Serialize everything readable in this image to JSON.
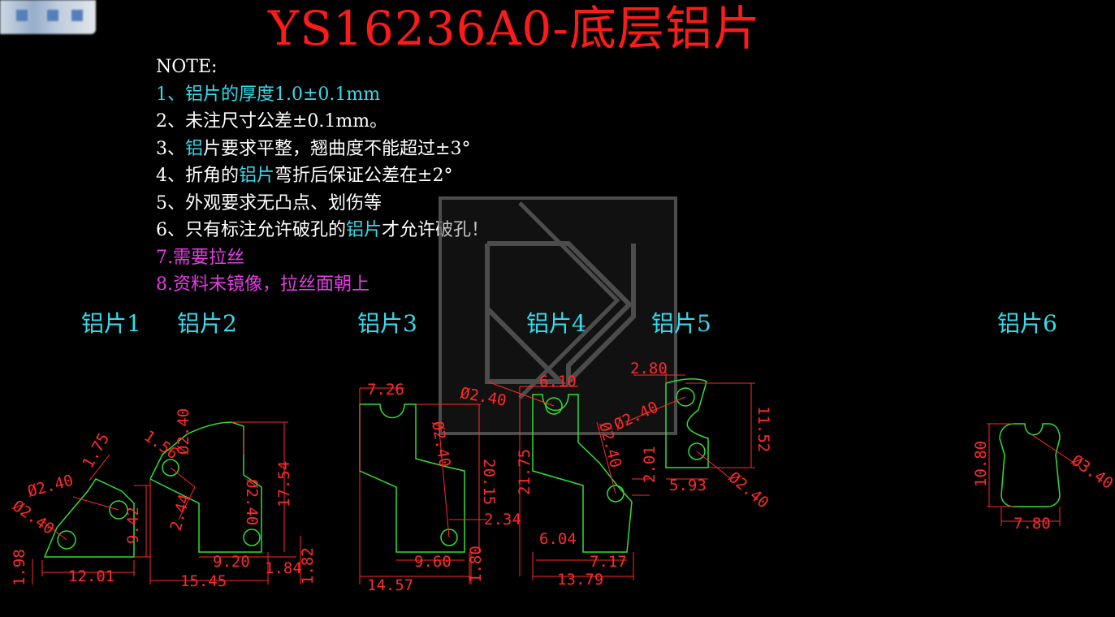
{
  "title": "YS16236A0-底层铝片",
  "notes": {
    "header": "NOTE:",
    "n1": "1、铝片的厚度1.0±0.1mm",
    "n2": "2、未注尺寸公差±0.1mm。",
    "n3a": "3、",
    "n3b": "铝",
    "n3c": "片要求平整，翘曲度不能超过±3°",
    "n4a": "4、折角的",
    "n4b": "铝片",
    "n4c": "弯折后保证公差在±2°",
    "n5": "5、外观要求无凸点、划伤等",
    "n6a": "6、只有标注允许破孔的",
    "n6b": "铝片",
    "n6c": "才允许破孔！",
    "n7": "7.需要拉丝",
    "n8": "8.资料未镜像，拉丝面朝上"
  },
  "parts": [
    {
      "label": "铝片1",
      "dims": [
        "1.75",
        "Ø2.40",
        "Ø2.40",
        "9.42",
        "12.01",
        "1.98"
      ]
    },
    {
      "label": "铝片2",
      "dims": [
        "Ø2.40",
        "1.56",
        "Ø2.40",
        "17.54",
        "2.44",
        "9.20",
        "15.45",
        "1.84",
        "1.82"
      ]
    },
    {
      "label": "铝片3",
      "dims": [
        "7.26",
        "Ø2.40",
        "20.15",
        "2.34",
        "9.60",
        "14.57",
        "1.80"
      ]
    },
    {
      "label": "铝片4",
      "dims": [
        "6.10",
        "Ø2.40",
        "Ø2.40",
        "21.75",
        "2.01",
        "6.04",
        "7.17",
        "13.79"
      ]
    },
    {
      "label": "铝片5",
      "dims": [
        "2.80",
        "Ø2.40",
        "11.52",
        "5.93",
        "Ø2.40"
      ]
    },
    {
      "label": "铝片6",
      "dims": [
        "10.80",
        "Ø3.40",
        "7.80"
      ]
    }
  ],
  "colors": {
    "title": "#ff1a1a",
    "cyan": "#33ddee",
    "magenta": "#e83ce8",
    "outline": "#33dd33",
    "dimension": "#ff2a2a",
    "watermark": "#5a5a5a"
  }
}
